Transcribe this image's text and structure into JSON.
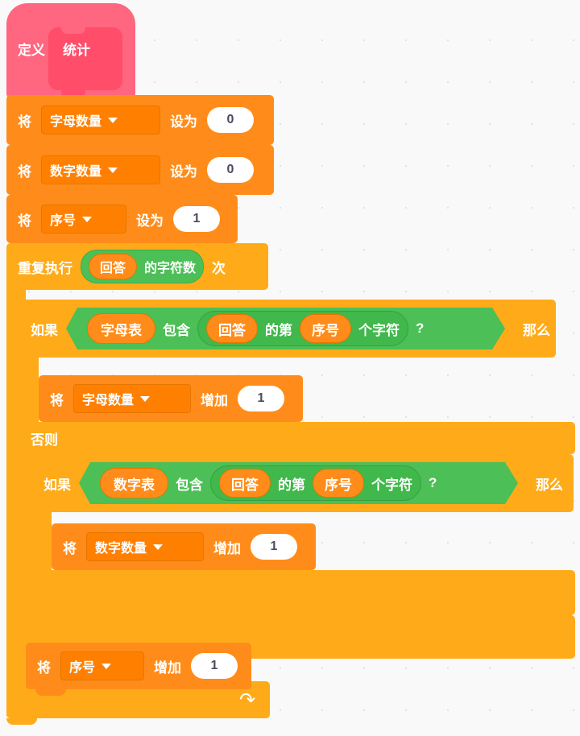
{
  "workspace": {
    "background_color": "#F9F9F9",
    "grid_dot_color": "#E0E0E0"
  },
  "palette": {
    "define_block_color": "#FF6680",
    "define_prototype_color": "#FF4D6A",
    "variables_color": "#FF8C1A",
    "variables_field_color": "#FF8000",
    "control_color": "#FFAB19",
    "operators_color": "#4CBF56",
    "sensing_color": "#FF8C1A",
    "input_text_color": "#4B4A60"
  },
  "script": {
    "define_block": {
      "keyword": "定义",
      "procedure_name": "统计"
    },
    "set_letter_count": {
      "prefix": "将",
      "variable": "字母数量",
      "middle": "设为",
      "value": "0"
    },
    "set_digit_count": {
      "prefix": "将",
      "variable": "数字数量",
      "middle": "设为",
      "value": "0"
    },
    "set_index": {
      "prefix": "将",
      "variable": "序号",
      "middle": "设为",
      "value": "1"
    },
    "repeat_block": {
      "prefix": "重复执行",
      "reporter_answer": "回答",
      "length_of_label": "的字符数",
      "suffix": "次"
    },
    "outer_if_else": {
      "if_label": "如果",
      "then_label": "那么",
      "else_label": "否则",
      "condition": {
        "list_variable": "字母表",
        "contains_label": "包含",
        "answer_reporter": "回答",
        "of_label": "的第",
        "index_reporter": "序号",
        "letter_label": "个字符",
        "question_mark": "?"
      },
      "then_body": {
        "prefix": "将",
        "variable": "字母数量",
        "middle": "增加",
        "value": "1"
      }
    },
    "inner_if": {
      "if_label": "如果",
      "then_label": "那么",
      "condition": {
        "list_variable": "数字表",
        "contains_label": "包含",
        "answer_reporter": "回答",
        "of_label": "的第",
        "index_reporter": "序号",
        "letter_label": "个字符",
        "question_mark": "?"
      },
      "body": {
        "prefix": "将",
        "variable": "数字数量",
        "middle": "增加",
        "value": "1"
      }
    },
    "change_index": {
      "prefix": "将",
      "variable": "序号",
      "middle": "增加",
      "value": "1"
    },
    "loop_arrow_icon": "loop-arrow-icon"
  }
}
